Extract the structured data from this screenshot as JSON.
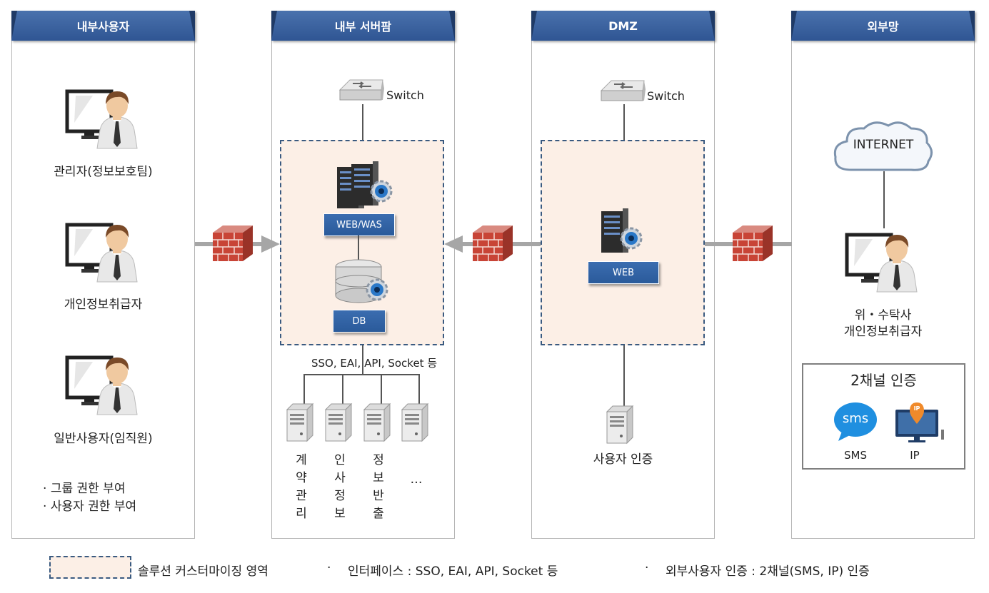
{
  "columns": {
    "internal_users": "내부사용자",
    "internal_server_farm": "내부 서버팜",
    "dmz": "DMZ",
    "external_network": "외부망"
  },
  "internal_users": {
    "admin": "관리자(정보보호팀)",
    "privacy_handler": "개인정보취급자",
    "general_user": "일반사용자(임직원)",
    "notes": [
      "그룹 권한 부여",
      "사용자 권한 부여"
    ],
    "bullet": "·"
  },
  "server_farm": {
    "switch_label": "Switch",
    "web_was_label": "WEB/WAS",
    "db_label": "DB",
    "interface_label": "SSO, EAI, API, Socket 등",
    "systems": [
      "계\n약\n관\n리",
      "인\n사\n정\n보",
      "정\n보\n반\n출",
      "…"
    ]
  },
  "dmz": {
    "switch_label": "Switch",
    "web_label": "WEB",
    "auth_label": "사용자 인증"
  },
  "external": {
    "internet_label": "INTERNET",
    "user_line1": "위・수탁사",
    "user_line2": "개인정보취급자",
    "auth_box_title": "2채널 인증",
    "sms_icon_text": "sms",
    "sms_label": "SMS",
    "ip_icon_text": "IP",
    "ip_label": "IP"
  },
  "legend": {
    "custom_area": "솔루션 커스터마이징 영역",
    "interface_note": "인터페이스 : SSO, EAI, API, Socket 등",
    "external_auth_note": "외부사용자 인증 : 2채널(SMS, IP) 인증",
    "bullet": "·"
  },
  "colors": {
    "header": "#2f5593",
    "zone_fill": "#fcefe6",
    "zone_border": "#3a5a80",
    "tag": "#2a5a9a",
    "arrow": "#a6a6a6",
    "firewall": "#c0392b",
    "sms": "#1f8fe0"
  }
}
